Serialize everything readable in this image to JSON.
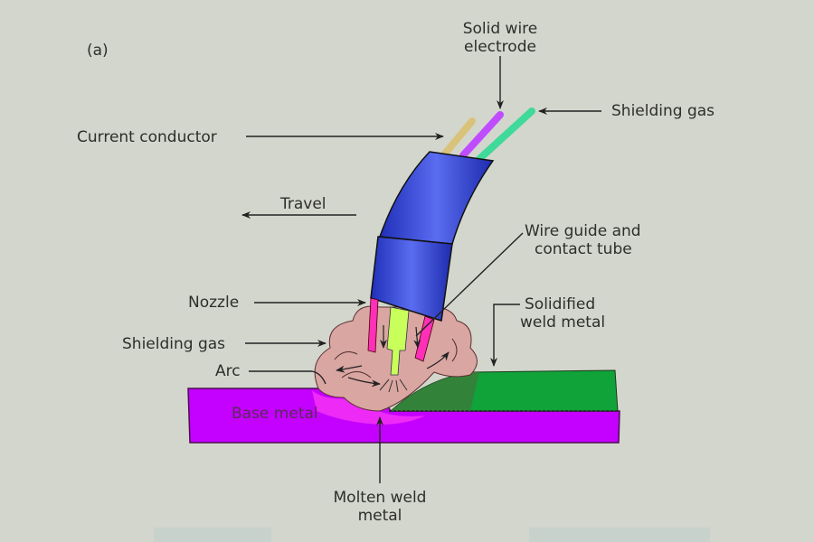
{
  "figure": {
    "panel_label": "(a)",
    "title": "Gas metal arc welding process schematic",
    "labels": {
      "solid_wire_electrode": [
        "Solid wire",
        "electrode"
      ],
      "shielding_gas_top": "Shielding gas",
      "current_conductor": "Current conductor",
      "travel": "Travel",
      "wire_guide": [
        "Wire guide and",
        "contact tube"
      ],
      "nozzle": "Nozzle",
      "solidified_weld": [
        "Solidified",
        "weld metal"
      ],
      "shielding_gas_side": "Shielding gas",
      "arc": "Arc",
      "base_metal": "Base metal",
      "molten_weld": [
        "Molten weld",
        "metal"
      ]
    },
    "colors": {
      "background": "#d3d6cc",
      "torch_blue": "#2b3fd6",
      "base_metal": "#c400ff",
      "weld_metal": "#0fa33a",
      "gas_cloud": "#d9a6a2",
      "nozzle_pink": "#ff2fb8",
      "contact_tube": "#c8ff5a",
      "conductor_tan": "#d9c27a",
      "electrode_violet": "#c04cff",
      "gas_hose_green": "#3fd99a"
    }
  }
}
